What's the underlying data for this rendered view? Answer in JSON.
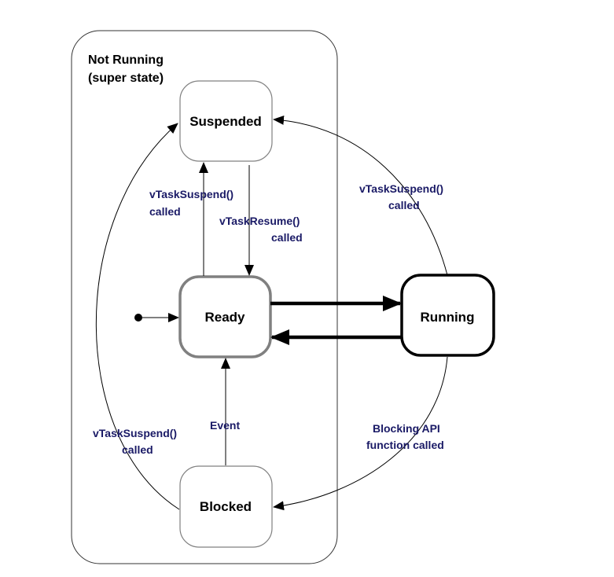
{
  "super_state": {
    "title_line1": "Not Running",
    "title_line2": "(super state)"
  },
  "states": {
    "suspended": "Suspended",
    "ready": "Ready",
    "running": "Running",
    "blocked": "Blocked"
  },
  "transitions": {
    "ready_to_suspended": {
      "line1": "vTaskSuspend()",
      "line2": "called"
    },
    "suspended_to_ready": {
      "line1": "vTaskResume()",
      "line2": "called"
    },
    "running_to_suspended": {
      "line1": "vTaskSuspend()",
      "line2": "called"
    },
    "blocked_to_suspended": {
      "line1": "vTaskSuspend()",
      "line2": "called"
    },
    "blocked_to_ready": {
      "line1": "Event"
    },
    "running_to_blocked": {
      "line1": "Blocking API",
      "line2": "function called"
    }
  },
  "colors": {
    "label_text": "#1a1a66",
    "ready_border": "#808080",
    "state_border": "#808080",
    "running_border": "#000000"
  }
}
